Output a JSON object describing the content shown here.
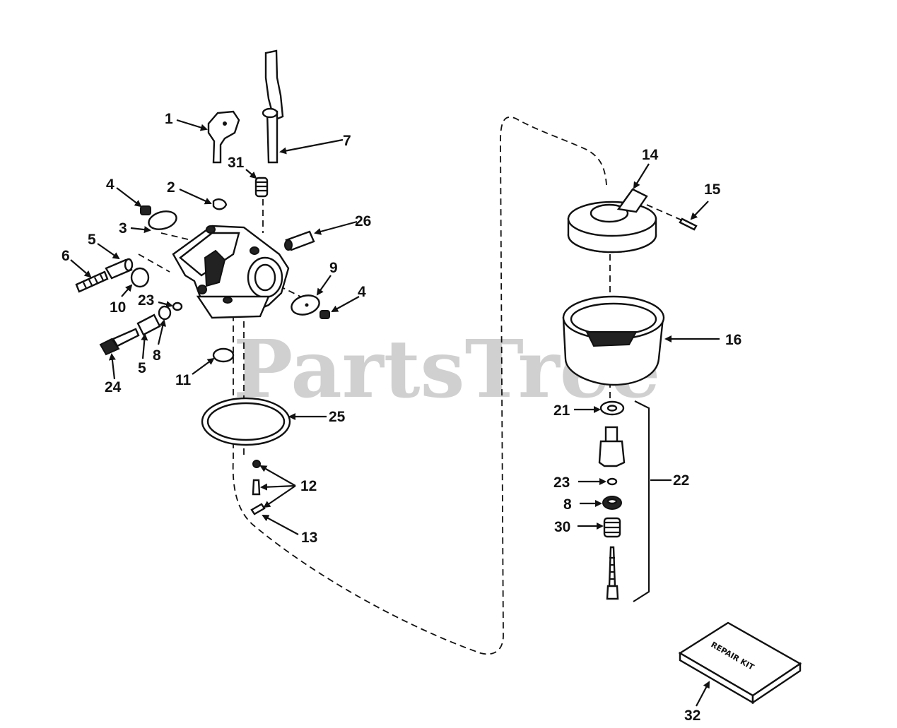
{
  "watermark": "PartsTree",
  "repair_kit_text": "REPAIR KIT",
  "callouts": {
    "c1": "1",
    "c2": "2",
    "c3": "3",
    "c4a": "4",
    "c4b": "4",
    "c5a": "5",
    "c5b": "5",
    "c6": "6",
    "c7": "7",
    "c8a": "8",
    "c8b": "8",
    "c9": "9",
    "c10": "10",
    "c11": "11",
    "c12": "12",
    "c13": "13",
    "c14": "14",
    "c15": "15",
    "c16": "16",
    "c21": "21",
    "c22": "22",
    "c23a": "23",
    "c23b": "23",
    "c24": "24",
    "c25": "25",
    "c26": "26",
    "c30": "30",
    "c31": "31",
    "c32": "32"
  }
}
